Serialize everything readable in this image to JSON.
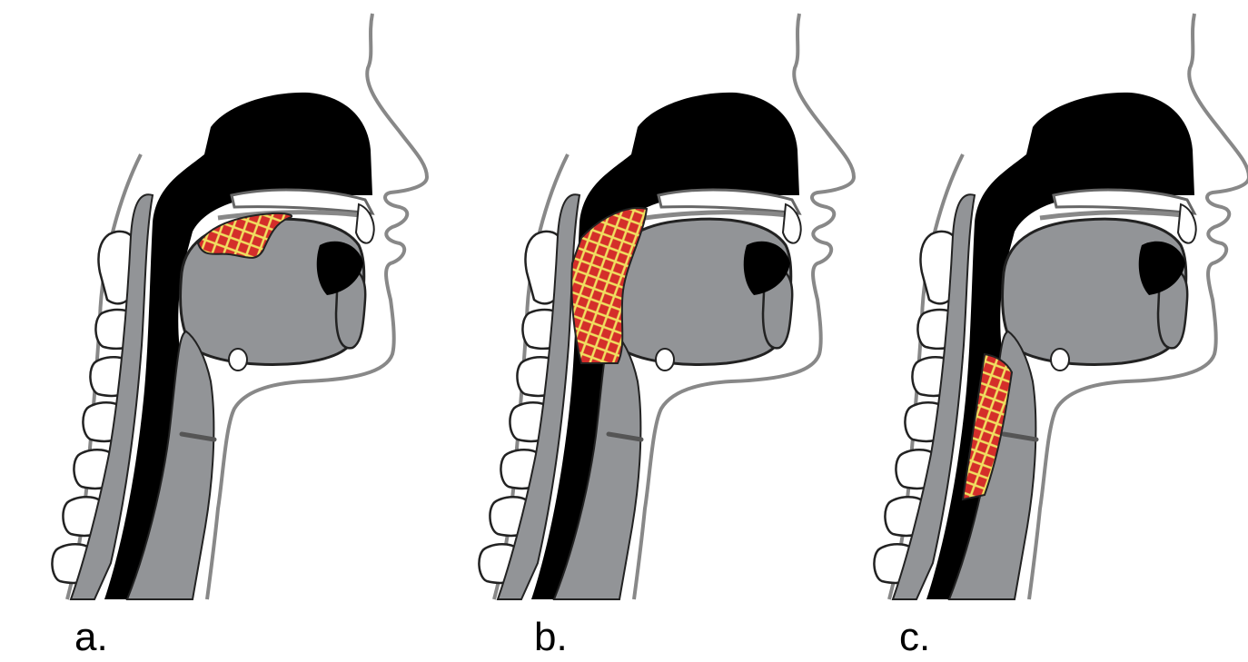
{
  "panels": [
    {
      "label": "a.",
      "bolus_location": "oral-cavity"
    },
    {
      "label": "b.",
      "bolus_location": "pharynx"
    },
    {
      "label": "c.",
      "bolus_location": "esophagus"
    }
  ],
  "colors": {
    "outline": "#888888",
    "tissue_gray": "#929497",
    "cavity_black": "#000000",
    "vertebra_fill": "#ffffff",
    "bolus_red": "#d42e2a",
    "bolus_yellow": "#f0e060"
  },
  "icons": [
    "head-profile",
    "vertebra",
    "bolus-pattern"
  ]
}
